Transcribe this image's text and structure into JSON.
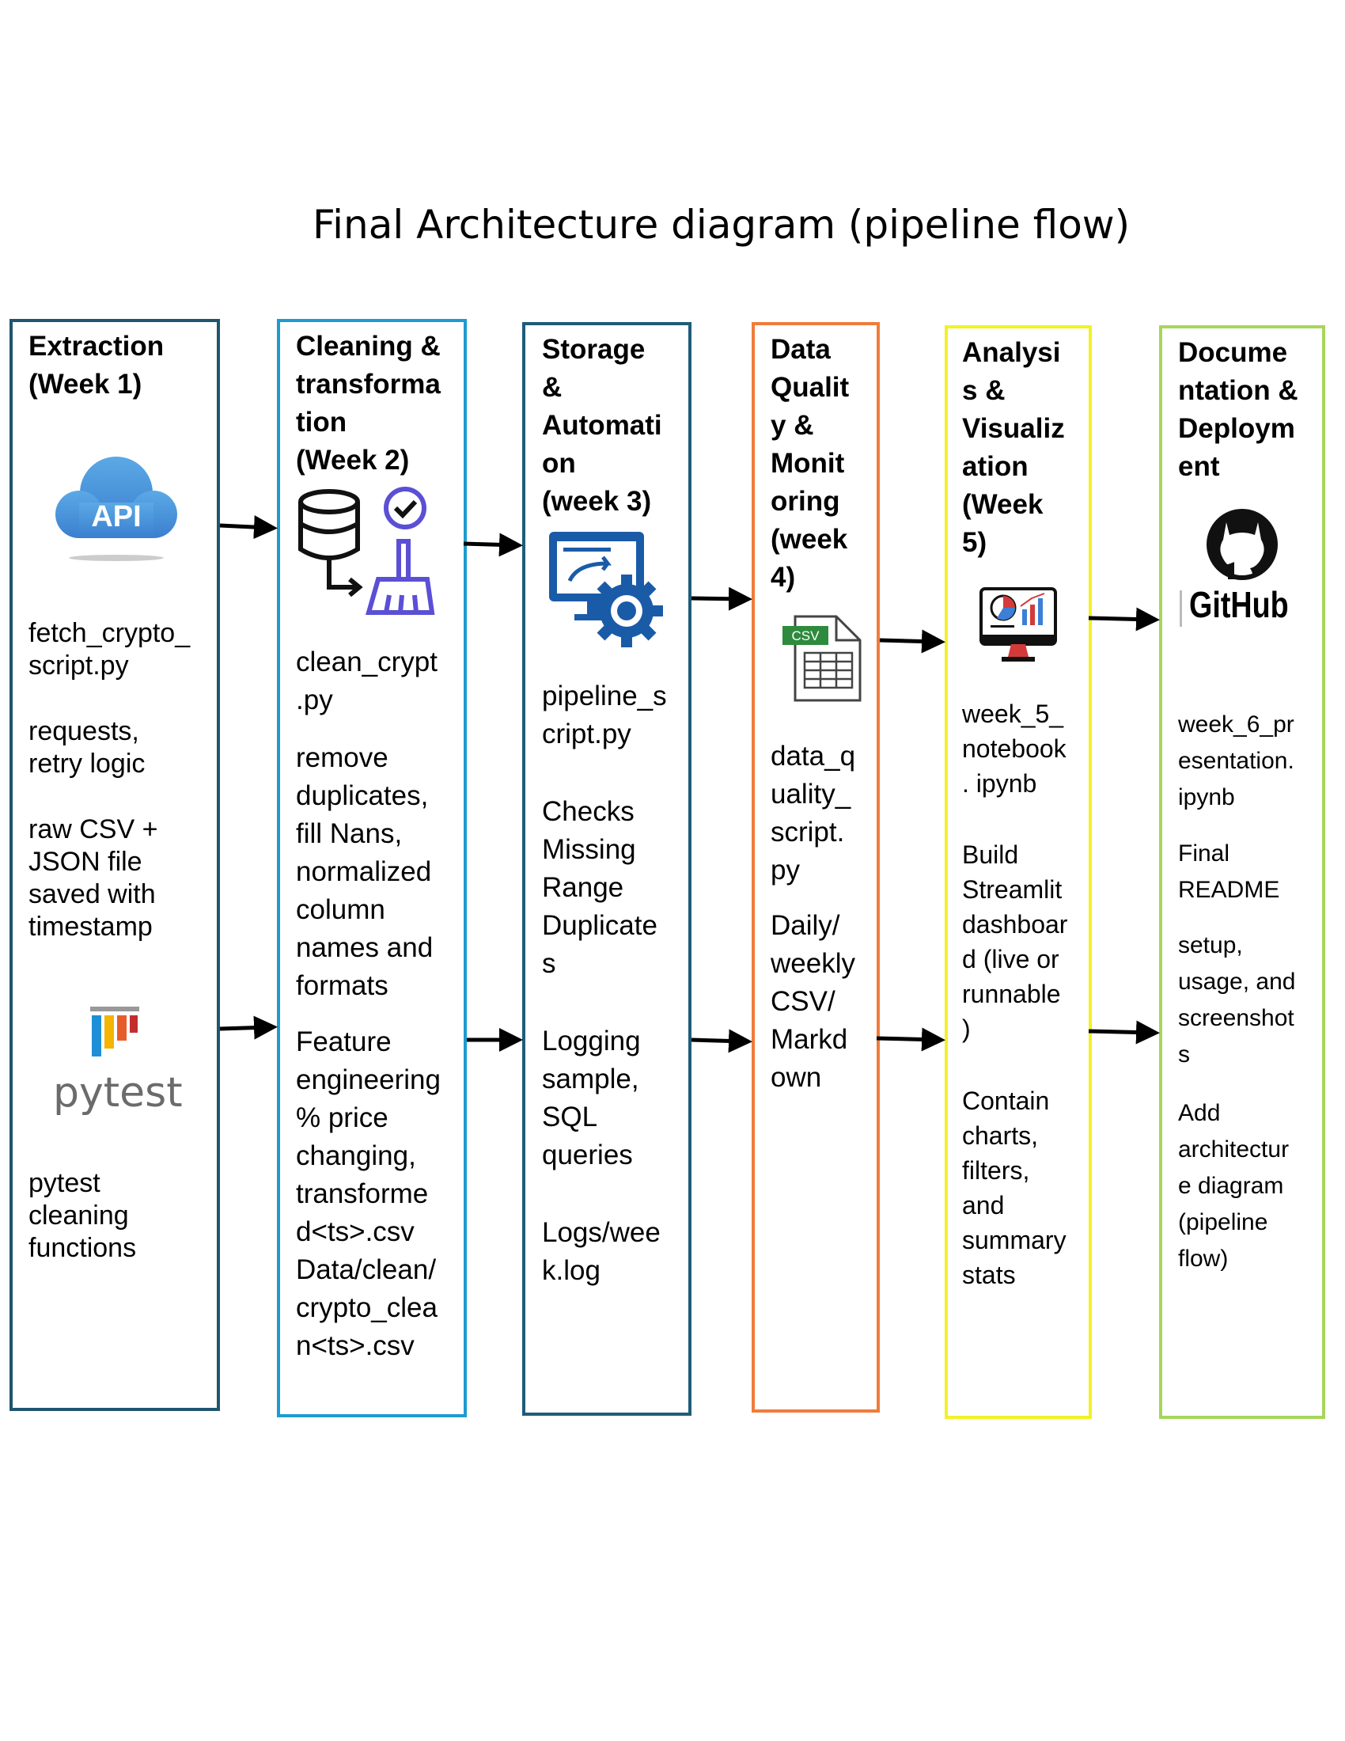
{
  "title": "Final Architecture diagram (pipeline flow)",
  "columns": [
    {
      "heading": "Extraction\n(Week 1)",
      "color": "#1f5570",
      "icons": [
        "api-cloud-icon",
        "pytest-logo"
      ],
      "texts": [
        "fetch_crypto_\nscript.py",
        "requests,\nretry logic",
        "raw CSV +\nJSON file\nsaved with\ntimestamp",
        "pytest\ncleaning\nfunctions"
      ]
    },
    {
      "heading": "Cleaning &\ntransforma\ntion\n(Week 2)",
      "color": "#1e9bd0",
      "icons": [
        "database-broom-icon"
      ],
      "texts": [
        "clean_crypt\n.py",
        "remove\nduplicates,\nfill Nans,\nnormalized\ncolumn\nnames and\nformats",
        "Feature\nengineering\n% price\nchanging,\ntransforme\nd<ts>.csv\nData/clean/\ncrypto_clea\nn<ts>.csv"
      ]
    },
    {
      "heading": "Storage\n&\nAutomati\non\n(week 3)",
      "color": "#1f5c7a",
      "icons": [
        "automation-monitor-gear-icon"
      ],
      "texts": [
        "pipeline_s\ncript.py",
        "Checks\nMissing\nRange\nDuplicate\ns",
        "Logging\nsample,\nSQL\nqueries",
        "Logs/wee\nk.log"
      ]
    },
    {
      "heading": "Data\nQualit\ny &\nMonit\noring\n(week\n4)",
      "color": "#f07c3a",
      "icons": [
        "csv-file-icon"
      ],
      "texts": [
        "data_q\nuality_\nscript.\npy",
        "Daily/\nweekly\nCSV/\nMarkd\nown"
      ]
    },
    {
      "heading": "Analysi\ns &\nVisualiz\nation\n(Week\n5)",
      "color": "#f2f224",
      "icons": [
        "dashboard-monitor-icon"
      ],
      "texts": [
        "week_5_\nnotebook\n. ipynb",
        "Build\nStreamlit\ndashboar\nd (live or\nrunnable\n)",
        "Contain\ncharts,\nfilters,\nand\nsummary\nstats"
      ]
    },
    {
      "heading": "Docume\nntation &\nDeploym\nent",
      "color": "#a6d65c",
      "icons": [
        "github-logo"
      ],
      "logo_text": "GitHub",
      "texts": [
        "week_6_pr\nesentation.\nipynb",
        "Final\nREADME",
        "setup,\nusage, and\nscreenshot\ns",
        "Add\narchitectur\ne diagram\n(pipeline\nflow)"
      ]
    }
  ],
  "icon_labels": {
    "api": "API",
    "pytest": "pytest",
    "csv": "CSV"
  }
}
